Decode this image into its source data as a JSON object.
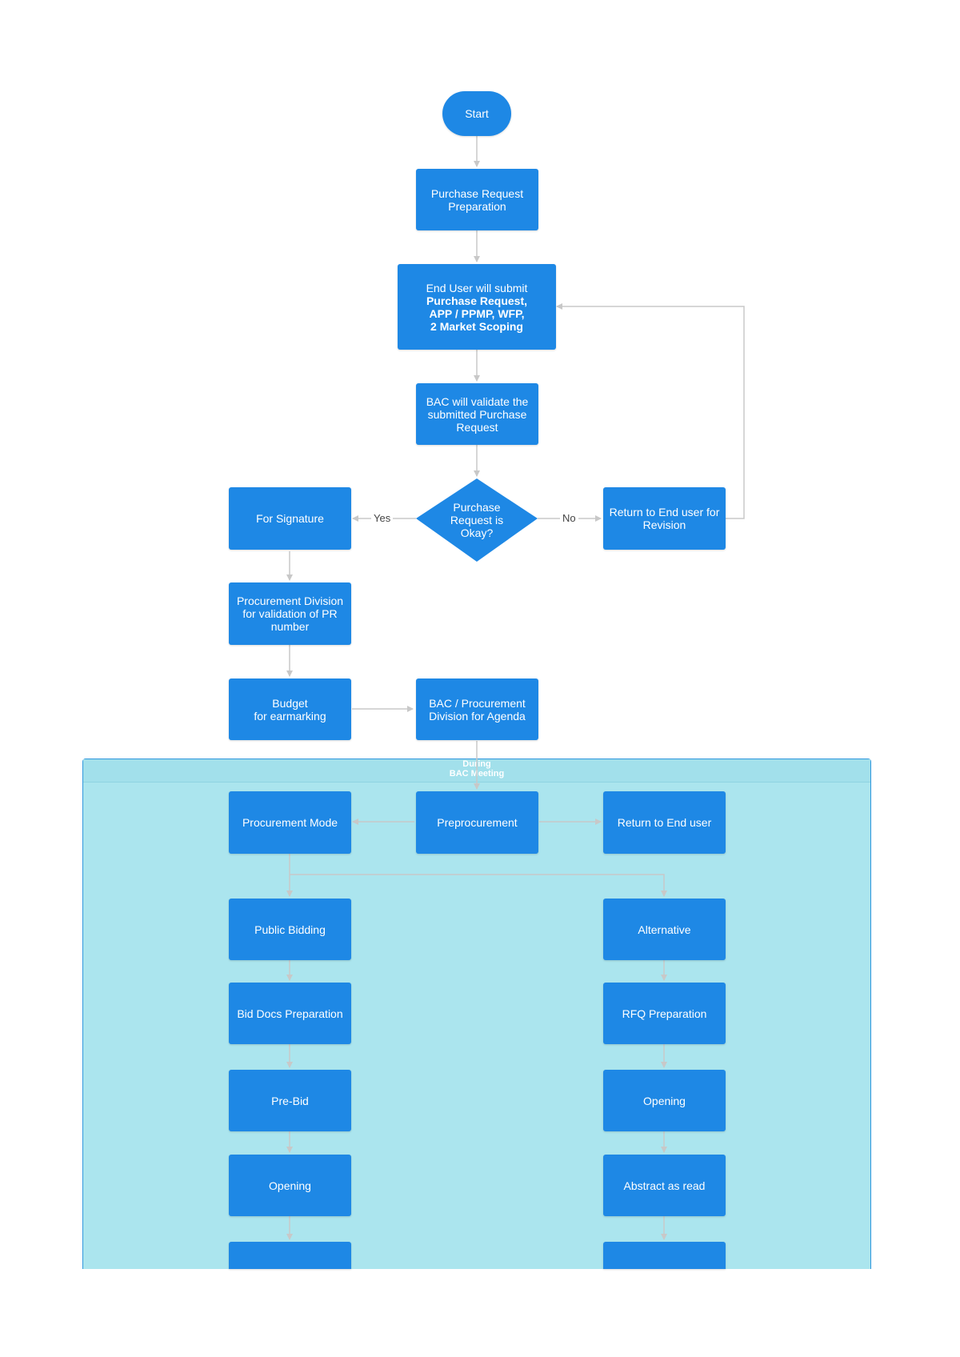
{
  "colors": {
    "node_fill": "#1e88e5",
    "swimlane_fill": "#abe5ee",
    "connector": "#c8c8c8",
    "text": "#ffffff"
  },
  "diagram": {
    "nodes": {
      "start": "Start",
      "pr_prep": "Purchase Request\nPreparation",
      "submit_intro": "End User will submit",
      "submit_docs": "Purchase Request,\nAPP / PPMP, WFP,\n2 Market Scoping",
      "bac_validate": "BAC will validate the\nsubmitted Purchase\nRequest",
      "decision": "Purchase\nRequest is\nOkay?",
      "for_signature": "For Signature",
      "return_revision": "Return to End user for\nRevision",
      "proc_div": "Procurement Division\nfor validation of PR\nnumber",
      "budget": "Budget\nfor earmarking",
      "bac_agenda": "BAC / Procurement\nDivision for Agenda",
      "preprocurement": "Preprocurement",
      "procurement_mode": "Procurement Mode",
      "return_end_user": "Return to End user",
      "public_bidding": "Public Bidding",
      "alternative": "Alternative",
      "bid_docs": "Bid Docs Preparation",
      "rfq_prep": "RFQ Preparation",
      "pre_bid": "Pre-Bid",
      "opening_right": "Opening",
      "opening_left": "Opening",
      "abstract": "Abstract as read",
      "next_left": "",
      "next_right": ""
    },
    "edge_labels": {
      "yes": "Yes",
      "no": "No"
    },
    "swimlane": {
      "title": "During\nBAC Meeting"
    }
  }
}
